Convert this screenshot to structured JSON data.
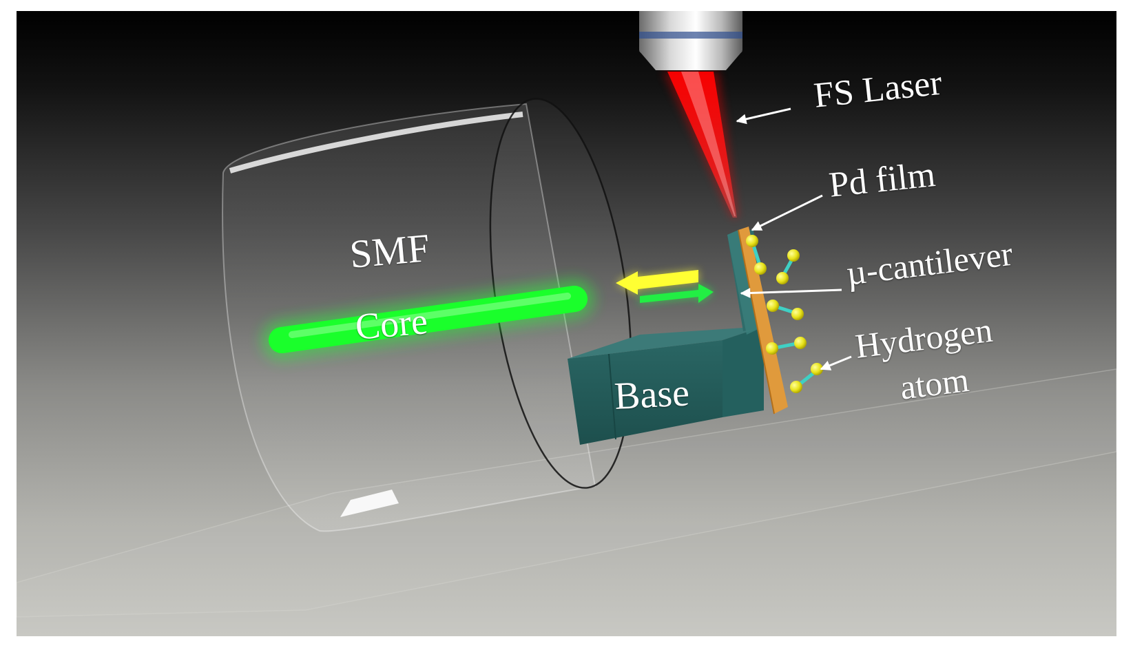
{
  "labels": {
    "fs_laser": "FS Laser",
    "pd_film": "Pd film",
    "cantilever": "µ-cantilever",
    "hydrogen": "Hydrogen",
    "atom": "atom",
    "smf": "SMF",
    "core": "Core",
    "base": "Base"
  },
  "colors": {
    "laser": "#ff1a1a",
    "core_glow": "#22ff33",
    "pd_film": "#e09a3c",
    "cantilever": "#2f6c6a",
    "hydrogen_atom": "#e8e31a",
    "hydrogen_bond": "#3fd0c4",
    "reflected_arrow": "#ffff33",
    "incident_arrow": "#22ee44"
  },
  "icons": {
    "objective": "objective-lens-icon",
    "atom": "hydrogen-atom-icon"
  }
}
